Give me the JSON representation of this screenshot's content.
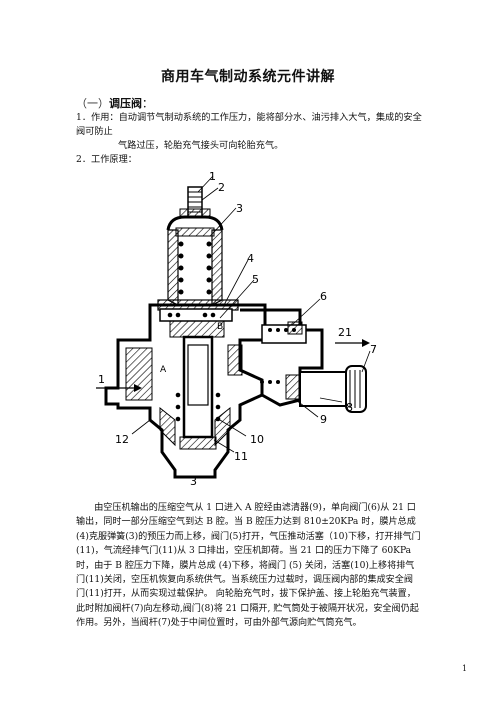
{
  "title": "商用车气制动系统元件讲解",
  "section": {
    "paren": "（一）",
    "name": "调压阀",
    "colon": "："
  },
  "line1": "1．作用：自动调节气制动系统的工作压力，能将部分水、油污排入大气，集成的安全阀可防止",
  "line2": "气路过压，轮胎充气接头可向轮胎充气。",
  "line3": "2．工作原理：",
  "figure": {
    "labels": {
      "n1": "1",
      "n2": "2",
      "n3": "3",
      "n4": "4",
      "n5": "5",
      "n6": "6",
      "n7": "7",
      "n8": "8",
      "n9": "9",
      "n10": "10",
      "n11": "11",
      "n12": "12",
      "n21": "21",
      "port1": "1",
      "port3": "3",
      "chA": "A",
      "chB": "B"
    }
  },
  "body": "由空压机输出的压缩空气从 1 口进入 A 腔经由滤清器(9)，单向阀门(6)从 21 口输出，同时一部分压缩空气到达 B 腔。当 B 腔压力达到 810±20KPa 时，膜片总成(4)克服弹簧(3)的预压力而上移，阀门(5)打开，气压推动活塞（10)下移，打开排气门(11)，气流经排气门(11)从 3 口排出，空压机卸荷。当 21 口的压力下降了 60KPa 时，由于 B 腔压力下降，膜片总成 (4)下移，将阀门 (5) 关闭，活塞(10)上移将排气门(11)关闭，空压机恢复向系统供气。当系统压力过载时，调压阀内部的集成安全阀门(11)打开，从而实现过载保护。 向轮胎充气时，拔下保护盖、接上轮胎充气装置，此时附加阀杆(7)向左移动,阀门(8)将 21 口隔开, 贮气筒处于被隔开状况，安全阀仍起作用。另外，当阀杆(7)处于中间位置时，可由外部气源向贮气筒充气。",
  "page_number": "1"
}
